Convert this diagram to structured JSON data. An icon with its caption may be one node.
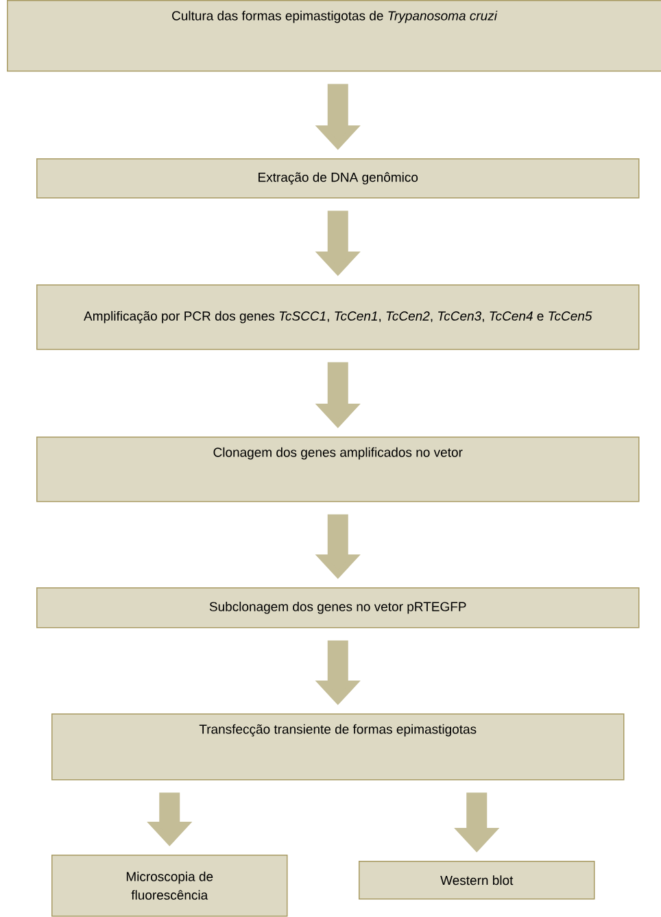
{
  "diagram": {
    "nodes": [
      {
        "text": [
          "Cultura das formas epimastigotas de *Trypanosoma cruzi*"
        ]
      },
      {
        "text": [
          "Extração de DNA genômico"
        ]
      },
      {
        "text": [
          "Amplificação por PCR dos genes *TcSCC1*, *TcCen1*, *TcCen2*, *TcCen3*, *TcCen4* e *TcCen5*"
        ]
      },
      {
        "text": [
          "Clonagem dos genes amplificados no vetor"
        ]
      },
      {
        "text": [
          "Subclonagem dos genes no vetor pRTEGFP"
        ]
      },
      {
        "text": [
          "Transfecção transiente de formas epimastigotas"
        ]
      },
      {
        "text": [
          "Microscopia de fluorescência"
        ]
      },
      {
        "text": [
          "Western blot"
        ]
      }
    ],
    "edges": [
      {
        "from": 0,
        "to": 1,
        "arrow": "to"
      },
      {
        "from": 1,
        "to": 2,
        "arrow": "to"
      },
      {
        "from": 2,
        "to": 3,
        "arrow": "to"
      },
      {
        "from": 3,
        "to": 4,
        "arrow": "to"
      },
      {
        "from": 4,
        "to": 5,
        "arrow": "to"
      },
      {
        "from": 5,
        "to": 6,
        "arrow": "to"
      },
      {
        "from": 5,
        "to": 7,
        "arrow": "to"
      }
    ]
  }
}
